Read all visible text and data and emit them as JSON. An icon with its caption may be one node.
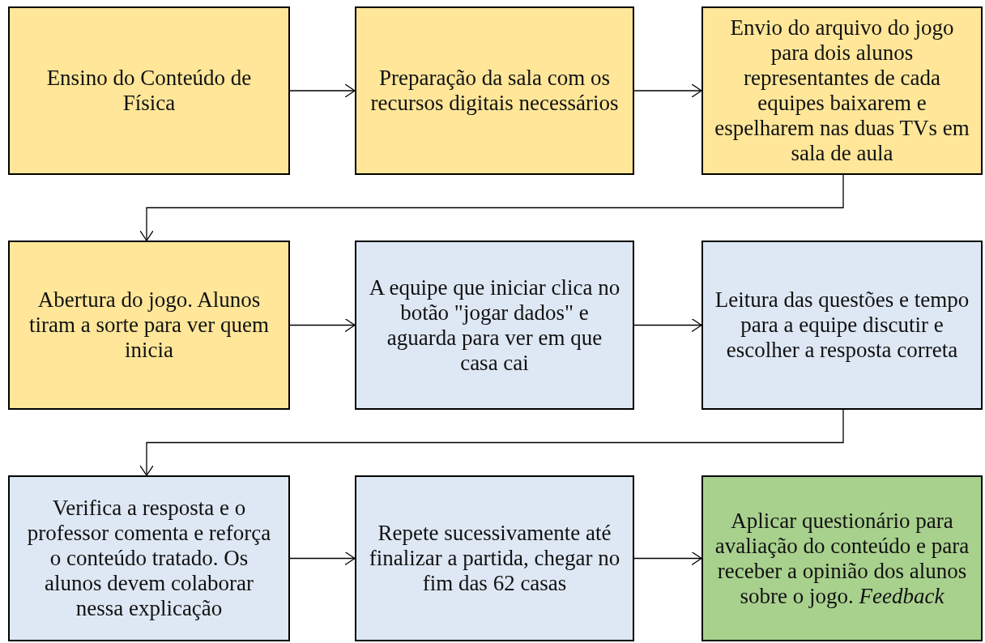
{
  "diagram": {
    "nodes": [
      {
        "text": [
          "Ensino do Conteúdo de Física"
        ]
      },
      {
        "text": [
          "Preparação da sala com os recursos digitais necessários"
        ]
      },
      {
        "text": [
          "Envio do arquivo do jogo para dois alunos representantes de cada equipes baixarem e espelharem nas duas TVs em sala de aula"
        ]
      },
      {
        "text": [
          "Abertura do jogo. Alunos tiram a sorte para ver quem inicia"
        ]
      },
      {
        "text": [
          "A equipe que iniciar clica no botão \"jogar dados\" e aguarda para ver em que casa cai"
        ]
      },
      {
        "text": [
          "Leitura das questões e tempo para a equipe discutir e escolher a resposta correta"
        ]
      },
      {
        "text": [
          "Verifica a resposta e o professor comenta e reforça o conteúdo tratado. Os alunos devem colaborar nessa explicação"
        ]
      },
      {
        "text": [
          "Repete sucessivamente até finalizar a partida, chegar no fim das 62 casas"
        ]
      },
      {
        "text": [
          "Aplicar questionário para avaliação do conteúdo e para receber a opinião dos alunos sobre o jogo. *Feedback*"
        ]
      }
    ],
    "edges": [
      {
        "from": 0,
        "to": 1,
        "arrow": "to"
      },
      {
        "from": 1,
        "to": 2,
        "arrow": "to"
      },
      {
        "from": 2,
        "to": 3,
        "arrow": "to"
      },
      {
        "from": 3,
        "to": 4,
        "arrow": "to"
      },
      {
        "from": 4,
        "to": 5,
        "arrow": "to"
      },
      {
        "from": 5,
        "to": 6,
        "arrow": "to"
      },
      {
        "from": 6,
        "to": 7,
        "arrow": "to"
      },
      {
        "from": 7,
        "to": 8,
        "arrow": "to"
      }
    ]
  }
}
